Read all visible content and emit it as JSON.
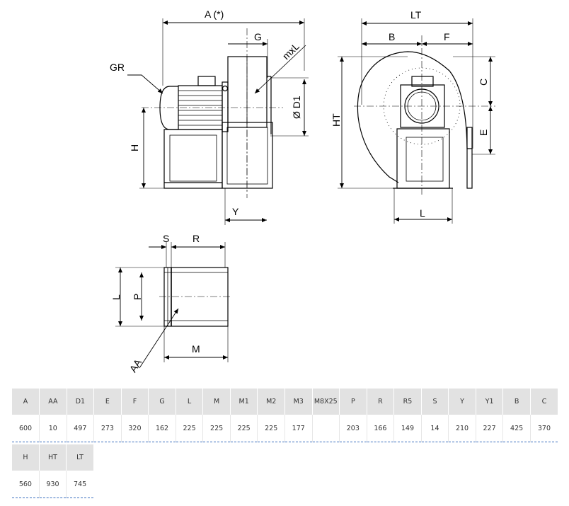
{
  "drawing": {
    "labels": {
      "A": "A (*)",
      "G": "G",
      "mxL": "mxL",
      "GR": "GR",
      "D1": "Ø D1",
      "H": "H",
      "Y": "Y",
      "LT": "LT",
      "B": "B",
      "F": "F",
      "C": "C",
      "E": "E",
      "HT": "HT",
      "L_side": "L",
      "S": "S",
      "R": "R",
      "L_flange": "L",
      "P": "P",
      "AA": "AA",
      "M": "M"
    }
  },
  "table": {
    "row1": {
      "headers": [
        "A",
        "AA",
        "D1",
        "E",
        "F",
        "G",
        "L",
        "M",
        "M1",
        "M2",
        "M3",
        "M8X25",
        "P",
        "R",
        "R5",
        "S",
        "Y",
        "Y1",
        "B",
        "C"
      ],
      "values": [
        "600",
        "10",
        "497",
        "273",
        "320",
        "162",
        "225",
        "225",
        "225",
        "225",
        "177",
        "",
        "203",
        "166",
        "149",
        "14",
        "210",
        "227",
        "425",
        "370"
      ]
    },
    "row2": {
      "headers": [
        "H",
        "HT",
        "LT"
      ],
      "values": [
        "560",
        "930",
        "745"
      ]
    }
  }
}
